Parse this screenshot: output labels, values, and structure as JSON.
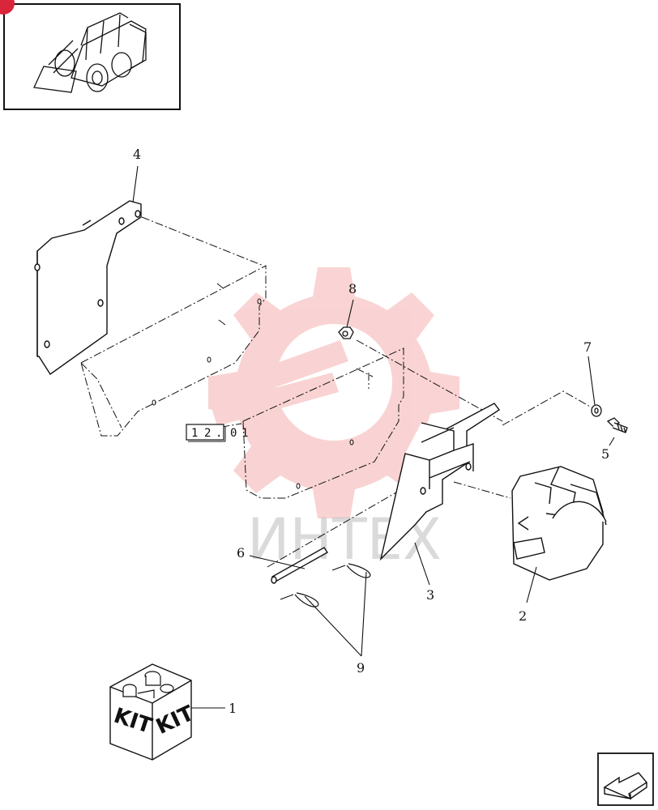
{
  "callouts": {
    "c1": "1",
    "c2": "2",
    "c3": "3",
    "c4": "4",
    "c5": "5",
    "c6": "6",
    "c7": "7",
    "c8": "8",
    "c9": "9"
  },
  "reference": {
    "boxed": [
      "1",
      "2",
      "."
    ],
    "plain": [
      "0",
      "1"
    ]
  },
  "kit": {
    "label_left": "KIT",
    "label_right": "KIT"
  },
  "watermark": {
    "text": "ИНТЕХ",
    "color": "#e83a3a"
  },
  "colors": {
    "line": "#111111",
    "badge": "#d9263b"
  },
  "icons": {
    "thumbnail": "skid-steer-loader-icon",
    "nav": "next-page-arrow-icon"
  }
}
